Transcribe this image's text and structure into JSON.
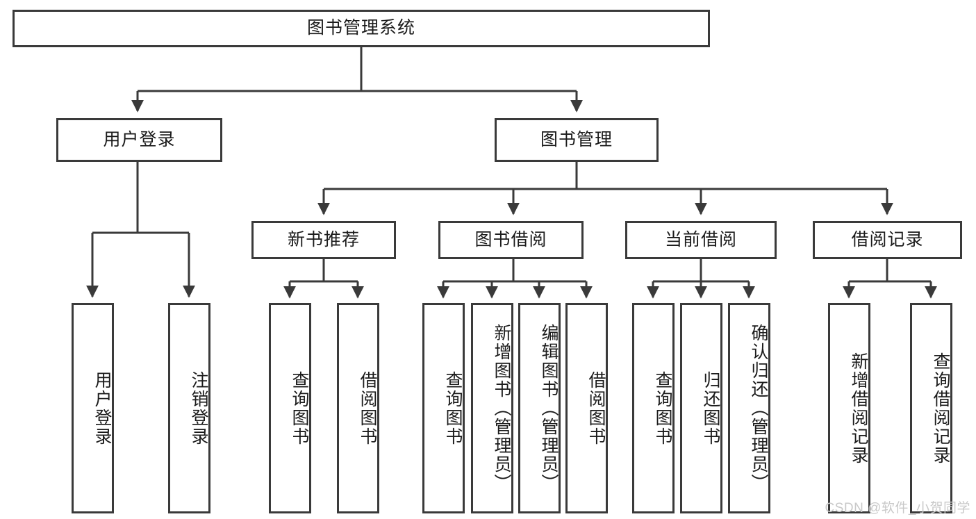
{
  "diagram": {
    "title": "图书管理系统",
    "type": "hierarchy-tree",
    "levels": {
      "root": {
        "label": "图书管理系统"
      },
      "level2": [
        {
          "label": "用户登录"
        },
        {
          "label": "图书管理"
        }
      ],
      "level3": [
        {
          "label": "新书推荐"
        },
        {
          "label": "图书借阅"
        },
        {
          "label": "当前借阅"
        },
        {
          "label": "借阅记录"
        }
      ],
      "leaves": {
        "user_login": [
          {
            "label": "用户登录"
          },
          {
            "label": "注销登录"
          }
        ],
        "new_book_recommend": [
          {
            "label": "查询图书"
          },
          {
            "label": "借阅图书"
          }
        ],
        "book_borrow": [
          {
            "label": "查询图书"
          },
          {
            "label": "新增图书（管理员）"
          },
          {
            "label": "编辑图书（管理员）"
          },
          {
            "label": "借阅图书"
          }
        ],
        "current_borrow": [
          {
            "label": "查询图书"
          },
          {
            "label": "归还图书"
          },
          {
            "label": "确认归还（管理员）"
          }
        ],
        "borrow_record": [
          {
            "label": "新增借阅记录"
          },
          {
            "label": "查询借阅记录"
          }
        ]
      }
    },
    "watermark": "CSDN @软件_小贺同学",
    "colors": {
      "stroke": "#3a3a3a",
      "text": "#1b1b1b",
      "background": "#ffffff",
      "watermark": "#c9c9c9"
    }
  }
}
